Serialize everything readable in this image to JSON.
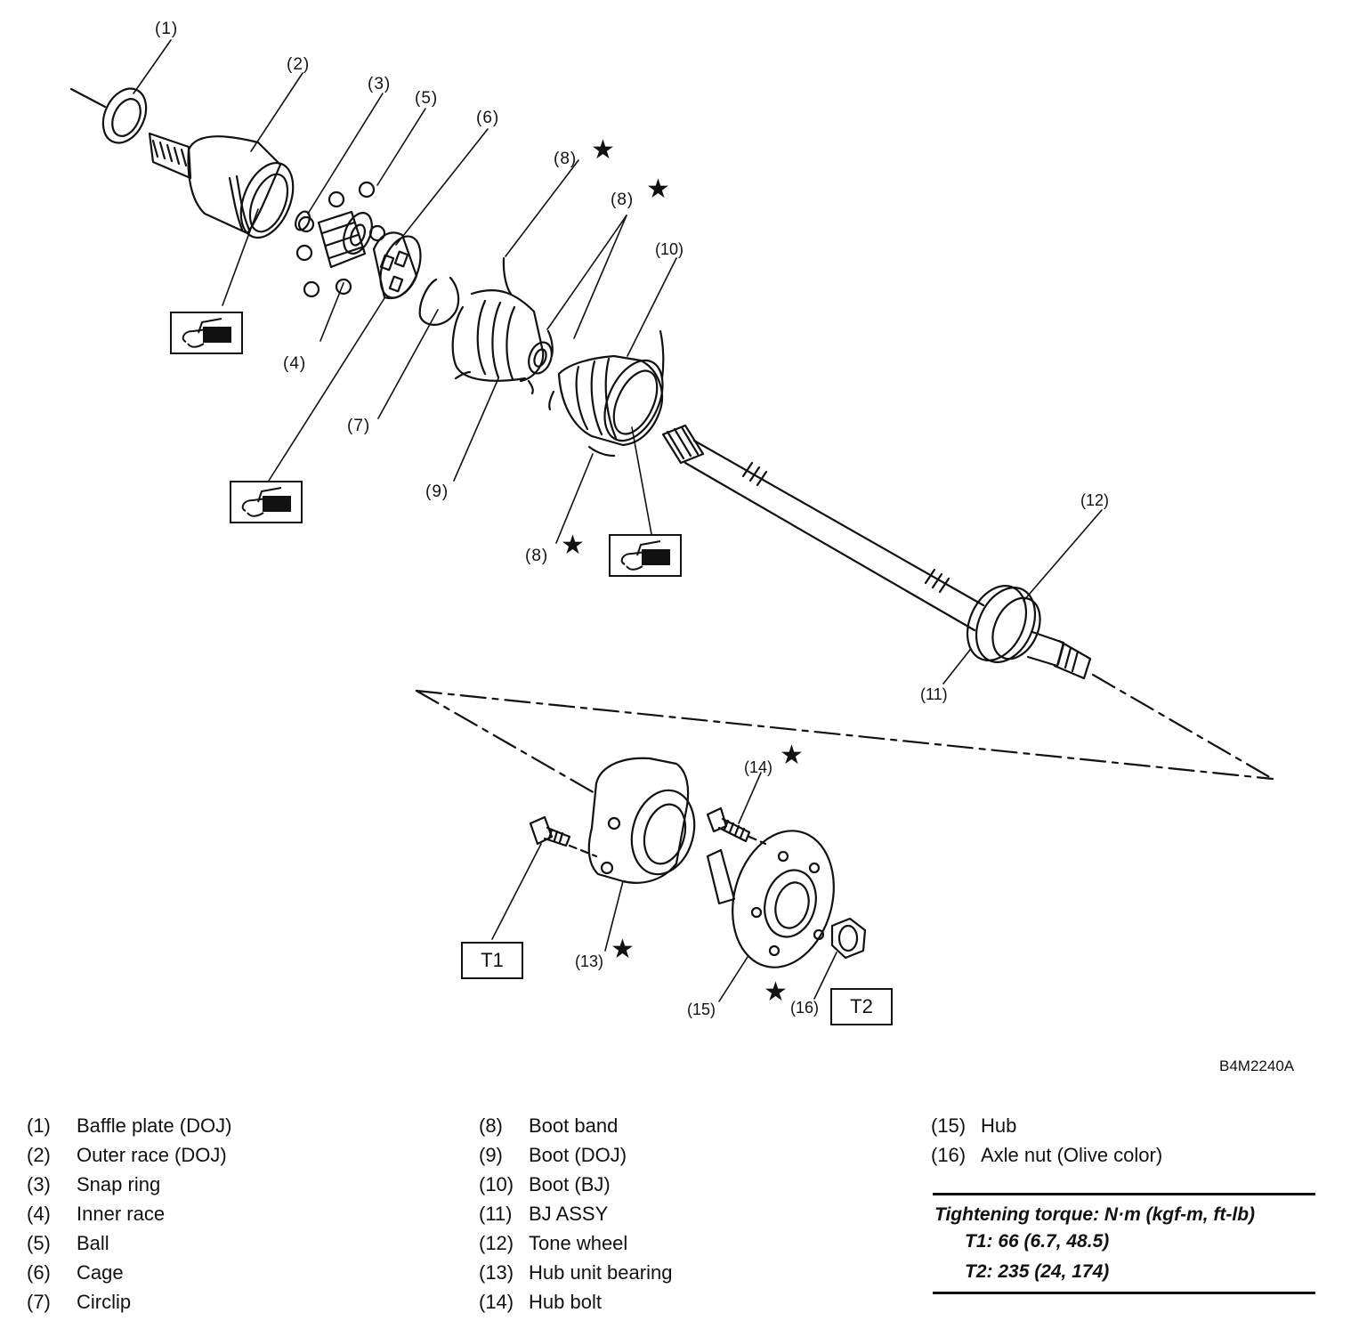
{
  "callouts": {
    "c1": "(1)",
    "c2": "(2)",
    "c3": "(3)",
    "c4": "(4)",
    "c5": "(5)",
    "c6": "(6)",
    "c7": "(7)",
    "c8a": "(8)",
    "c8b": "(8)",
    "c8c": "(8)",
    "c9": "(9)",
    "c10": "(10)",
    "c11": "(11)",
    "c12": "(12)",
    "c13": "(13)",
    "c14": "(14)",
    "c15": "(15)",
    "c16": "(16)"
  },
  "star_symbol": "★",
  "torque_boxes": {
    "t1": "T1",
    "t2": "T2"
  },
  "figure_code": "B4M2240A",
  "legend": {
    "col1": [
      {
        "num": "(1)",
        "name": "Baffle plate (DOJ)"
      },
      {
        "num": "(2)",
        "name": "Outer race (DOJ)"
      },
      {
        "num": "(3)",
        "name": "Snap ring"
      },
      {
        "num": "(4)",
        "name": "Inner race"
      },
      {
        "num": "(5)",
        "name": "Ball"
      },
      {
        "num": "(6)",
        "name": "Cage"
      },
      {
        "num": "(7)",
        "name": "Circlip"
      }
    ],
    "col2": [
      {
        "num": "(8)",
        "name": "Boot band"
      },
      {
        "num": "(9)",
        "name": "Boot (DOJ)"
      },
      {
        "num": "(10)",
        "name": "Boot (BJ)"
      },
      {
        "num": "(11)",
        "name": "BJ ASSY"
      },
      {
        "num": "(12)",
        "name": "Tone wheel"
      },
      {
        "num": "(13)",
        "name": "Hub unit bearing"
      },
      {
        "num": "(14)",
        "name": "Hub bolt"
      }
    ],
    "col3": [
      {
        "num": "(15)",
        "name": "Hub"
      },
      {
        "num": "(16)",
        "name": "Axle nut (Olive color)"
      }
    ]
  },
  "torque": {
    "title": "Tightening torque: N·m (kgf-m, ft-lb)",
    "t1": "T1: 66 (6.7, 48.5)",
    "t2": "T2: 235 (24, 174)"
  }
}
